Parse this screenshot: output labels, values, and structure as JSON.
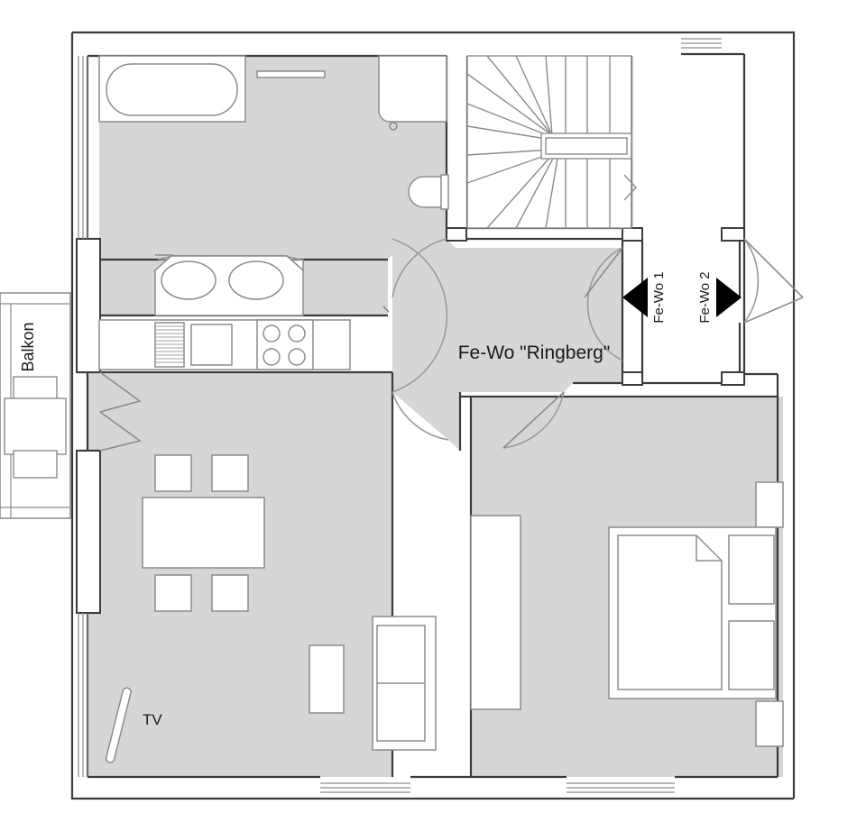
{
  "plan": {
    "title": "Fe-Wo \"Ringberg\"",
    "balcony_label": "Balkon",
    "tv_label": "TV",
    "unit_marker_1": "Fe-Wo 1",
    "unit_marker_2": "Fe-Wo 2",
    "colors": {
      "room_fill": "#d6d6d6",
      "wall_stroke": "#3c3c3c",
      "furniture_stroke": "#8c8c8c",
      "furniture_fill": "#ffffff",
      "marker_fill": "#000000",
      "text": "#1a1a1a",
      "background": "#ffffff"
    },
    "rooms": [
      {
        "name": "bathroom",
        "label": ""
      },
      {
        "name": "kitchen",
        "label": ""
      },
      {
        "name": "living-room",
        "label": ""
      },
      {
        "name": "hallway",
        "label": ""
      },
      {
        "name": "bedroom",
        "label": ""
      },
      {
        "name": "stairwell",
        "label": ""
      },
      {
        "name": "balcony",
        "label": "Balkon"
      }
    ],
    "fixtures": [
      {
        "name": "bathtub"
      },
      {
        "name": "washbasin"
      },
      {
        "name": "toilet"
      },
      {
        "name": "towel-rail"
      },
      {
        "name": "kitchen-sink"
      },
      {
        "name": "dishwasher"
      },
      {
        "name": "oven"
      },
      {
        "name": "cooktop"
      },
      {
        "name": "dining-table"
      },
      {
        "name": "dining-chair"
      },
      {
        "name": "sofa"
      },
      {
        "name": "coffee-table"
      },
      {
        "name": "tv"
      },
      {
        "name": "double-bed"
      },
      {
        "name": "nightstand"
      },
      {
        "name": "wardrobe"
      },
      {
        "name": "balcony-table"
      },
      {
        "name": "balcony-chair"
      },
      {
        "name": "staircase"
      }
    ]
  }
}
